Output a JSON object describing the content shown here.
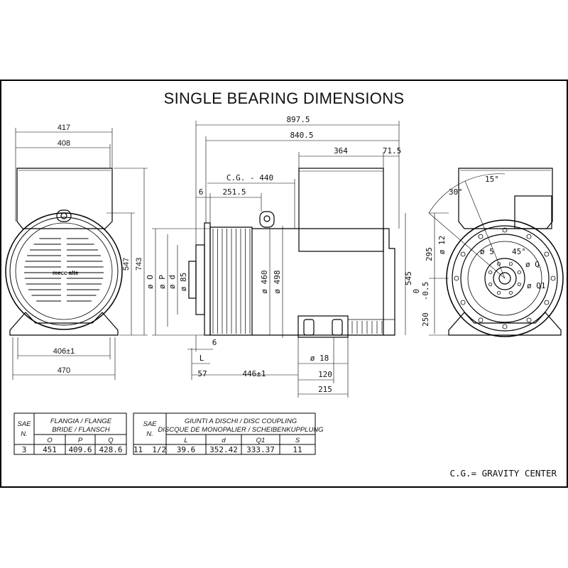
{
  "title": "SINGLE BEARING DIMENSIONS",
  "note": "C.G.= GRAVITY CENTER",
  "logo_text": "mecc alte",
  "left_view": {
    "width_top": "417",
    "width_box": "408",
    "height_547": "547",
    "height_743": "743",
    "width_base_inner": "406±1",
    "width_base": "470"
  },
  "side_view": {
    "length_total": "897.5",
    "length_840": "840.5",
    "box_len": "364",
    "box_offset": "71.5",
    "cg": "C.G. - 440",
    "d6_top": "6",
    "d251": "251.5",
    "dia_O": "ø O",
    "dia_P": "ø P",
    "dia_d": "ø d",
    "dia_85": "ø 85",
    "dia_460": "ø 460",
    "dia_498": "ø 498",
    "h545": "545",
    "d6_bot": "6",
    "L": "L",
    "d57": "57",
    "d446": "446±1",
    "d18": "ø 18",
    "d120": "120",
    "d215": "215"
  },
  "right_view": {
    "ang30": "30°",
    "ang15": "15°",
    "dia12": "ø 12",
    "h295": "295",
    "tol": "0\n-0.5",
    "h250": "250",
    "dia5": "ø 5",
    "ang45": "45°",
    "diaQ": "ø Q",
    "diaQ1": "ø Q1"
  },
  "table_flange": {
    "col_sae": "SAE",
    "col_sae_n": "N.",
    "header_1": "FLANGIA / FLANGE",
    "header_2": "BRIDE / FLANSCH",
    "cols": [
      "O",
      "P",
      "Q"
    ],
    "row": [
      "3",
      "451",
      "409.6",
      "428.6"
    ]
  },
  "table_coupling": {
    "col_sae": "SAE",
    "col_sae_n": "N.",
    "header_1": "GIUNTI A DISCHI / DISC COUPLING",
    "header_2": "DISCQUE DE MONOPALIER / SCHEIBENKUPPLUNG",
    "cols": [
      "L",
      "d",
      "Q1",
      "S"
    ],
    "row": [
      "11  1/2",
      "39.6",
      "352.42",
      "333.37",
      "11"
    ]
  }
}
